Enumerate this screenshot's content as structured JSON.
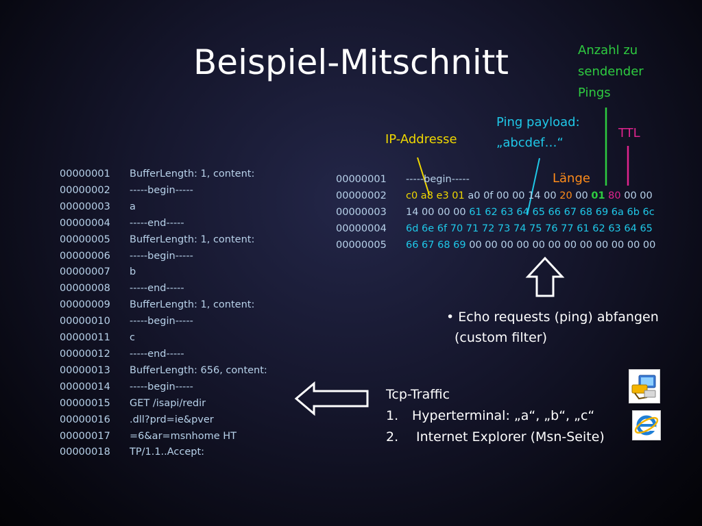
{
  "slide": {
    "title": "Beispiel-Mitschnitt"
  },
  "annotations": {
    "ping_count_line1": "Anzahl zu",
    "ping_count_line2": "sendender",
    "ping_count_line3": "Pings",
    "payload_line1": "Ping payload:",
    "payload_line2": "„abcdef…“",
    "ttl": "TTL",
    "ip_address": "IP-Addresse",
    "length": "Länge"
  },
  "left_log": [
    {
      "line": "00000001",
      "text": "BufferLength: 1, content:"
    },
    {
      "line": "00000002",
      "text": "-----begin-----"
    },
    {
      "line": "00000003",
      "text": "a"
    },
    {
      "line": "00000004",
      "text": "-----end-----"
    },
    {
      "line": "00000005",
      "text": "BufferLength: 1, content:"
    },
    {
      "line": "00000006",
      "text": "-----begin-----"
    },
    {
      "line": "00000007",
      "text": "b"
    },
    {
      "line": "00000008",
      "text": "-----end-----"
    },
    {
      "line": "00000009",
      "text": "BufferLength: 1, content:"
    },
    {
      "line": "00000010",
      "text": "-----begin-----"
    },
    {
      "line": "00000011",
      "text": "c"
    },
    {
      "line": "00000012",
      "text": "-----end-----"
    },
    {
      "line": "00000013",
      "text": "BufferLength: 656, content:"
    },
    {
      "line": "00000014",
      "text": "-----begin-----"
    },
    {
      "line": "00000015",
      "text": "GET /isapi/redir"
    },
    {
      "line": "00000016",
      "text": ".dll?prd=ie&pver"
    },
    {
      "line": "00000017",
      "text": "=6&ar=msnhome HT"
    },
    {
      "line": "00000018",
      "text": "TP/1.1..Accept:"
    }
  ],
  "hex_dump": [
    {
      "line": "00000001",
      "segments": [
        {
          "text": "-----begin-----",
          "color": "default"
        }
      ]
    },
    {
      "line": "00000002",
      "segments": [
        {
          "text": "c0 a8 e3 01",
          "color": "yellow"
        },
        {
          "text": " a0 0f 00 00 14 00 ",
          "color": "default"
        },
        {
          "text": "20",
          "color": "orange"
        },
        {
          "text": " 00 ",
          "color": "default"
        },
        {
          "text": "01",
          "color": "green"
        },
        {
          "text": " ",
          "color": "default"
        },
        {
          "text": "80",
          "color": "magenta"
        },
        {
          "text": " 00 00",
          "color": "default"
        }
      ]
    },
    {
      "line": "00000003",
      "segments": [
        {
          "text": "14 00 00 00 ",
          "color": "default"
        },
        {
          "text": "61 62 63 64 65 66 67 68 69 6a 6b 6c",
          "color": "cyan"
        }
      ]
    },
    {
      "line": "00000004",
      "segments": [
        {
          "text": "6d 6e 6f 70 71 72 73 74 75 76 77 61 62 63 64 65",
          "color": "cyan"
        }
      ]
    },
    {
      "line": "00000005",
      "segments": [
        {
          "text": "66 67 68 69",
          "color": "cyan"
        },
        {
          "text": " 00 00 00 00 00 00 00 00 00 00 00 00",
          "color": "default"
        }
      ]
    }
  ],
  "bullet": {
    "line1": "• Echo requests (ping) abfangen",
    "line2": "(custom filter)"
  },
  "traffic": {
    "heading": "Tcp-Traffic",
    "item1_num": "1.",
    "item1": "Hyperterminal: „a“, „b“, „c“",
    "item2_num": "2.",
    "item2": "Internet Explorer (Msn-Seite)"
  },
  "icons": {
    "hyperterminal": "hyperterminal-icon",
    "internet_explorer": "internet-explorer-icon",
    "up_arrow": "up-arrow-icon",
    "left_arrow": "left-arrow-icon"
  },
  "colors": {
    "green": "#2ecc40",
    "cyan": "#1fc8e8",
    "magenta": "#e0248e",
    "yellow": "#f0d800",
    "orange": "#ff8c1a",
    "log_text": "#b8d2ea"
  }
}
